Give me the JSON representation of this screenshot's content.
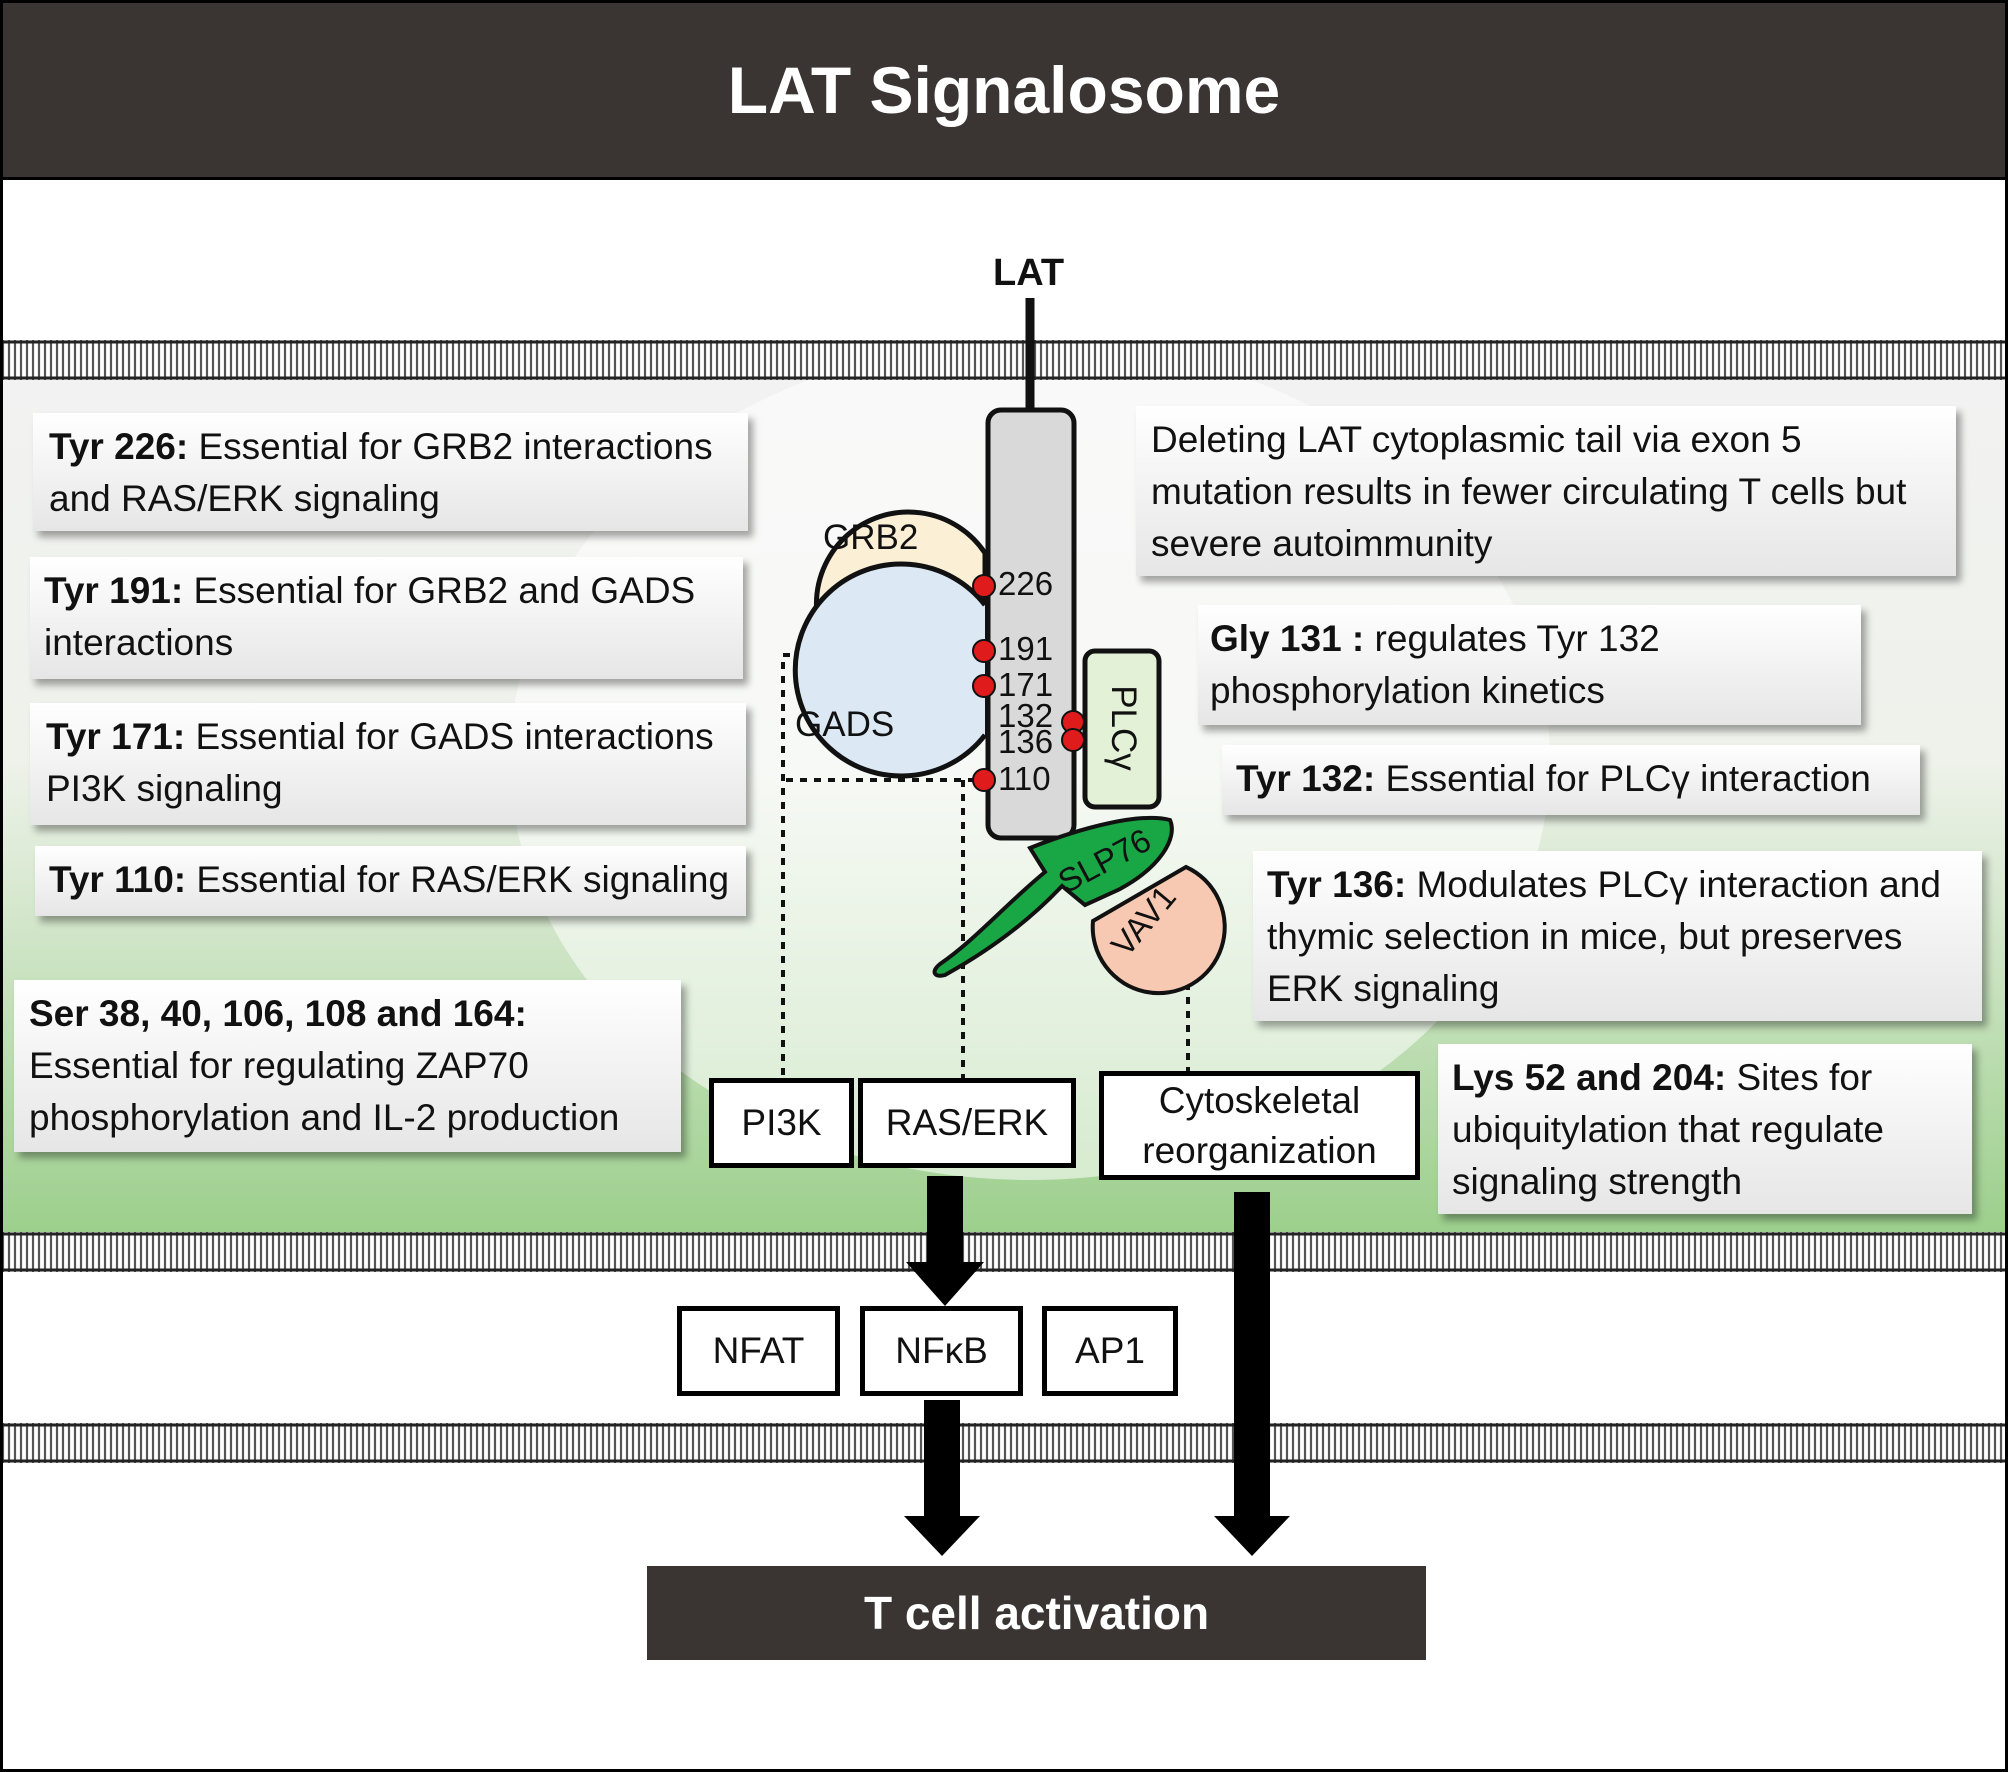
{
  "title": "LAT Signalosome",
  "molecules": {
    "lat": "LAT",
    "grb2": "GRB2",
    "gads": "GADS",
    "plcg": "PLCγ",
    "slp76": "SLP76",
    "vav1": "VAV1"
  },
  "residues": [
    "226",
    "191",
    "171",
    "132",
    "136",
    "110"
  ],
  "notes_left": [
    {
      "bold": "Tyr 226:",
      "text": " Essential for GRB2 interactions and RAS/ERK signaling"
    },
    {
      "bold": "Tyr 191:",
      "text": " Essential for GRB2 and GADS interactions"
    },
    {
      "bold": "Tyr 171:",
      "text": " Essential for GADS interactions PI3K signaling"
    },
    {
      "bold": "Tyr 110:",
      "text": " Essential for RAS/ERK signaling"
    },
    {
      "bold": "Ser 38, 40, 106, 108 and 164:",
      "text": " Essential for regulating ZAP70 phosphorylation and  IL-2 production"
    }
  ],
  "notes_right": [
    {
      "bold": "",
      "text": "Deleting LAT cytoplasmic tail via exon 5 mutation results in fewer circulating T cells but severe autoimmunity"
    },
    {
      "bold": "Gly 131 :",
      "text": " regulates Tyr 132 phosphorylation kinetics"
    },
    {
      "bold": "Tyr 132:",
      "text": " Essential for PLCγ interaction"
    },
    {
      "bold": "Tyr 136:",
      "text": " Modulates PLCγ interaction and thymic selection in mice, but preserves ERK signaling"
    },
    {
      "bold": "Lys 52 and 204:",
      "text": " Sites for ubiquitylation that regulate signaling strength"
    }
  ],
  "pathways": {
    "pi3k": "PI3K",
    "ras_erk": "RAS/ERK",
    "cytoskeletal": "Cytoskeletal reorganization"
  },
  "transcription_factors": [
    "NFAT",
    "NFκB",
    "AP1"
  ],
  "outcome": "T cell activation"
}
